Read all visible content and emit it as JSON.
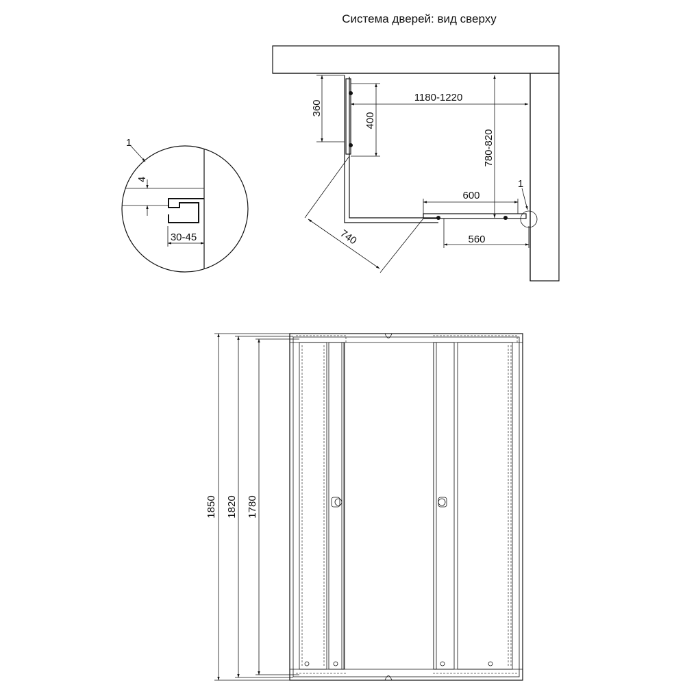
{
  "title": "Система дверей: вид сверху",
  "top_view": {
    "dim_width": "1180-1220",
    "dim_depth": "780-820",
    "dim_360": "360",
    "dim_400": "400",
    "dim_600": "600",
    "dim_560": "560",
    "dim_740": "740",
    "callout": "1"
  },
  "detail": {
    "callout": "1",
    "dim_gap": "4",
    "dim_range": "30-45"
  },
  "front_view": {
    "dim_1850": "1850",
    "dim_1820": "1820",
    "dim_1780": "1780"
  }
}
